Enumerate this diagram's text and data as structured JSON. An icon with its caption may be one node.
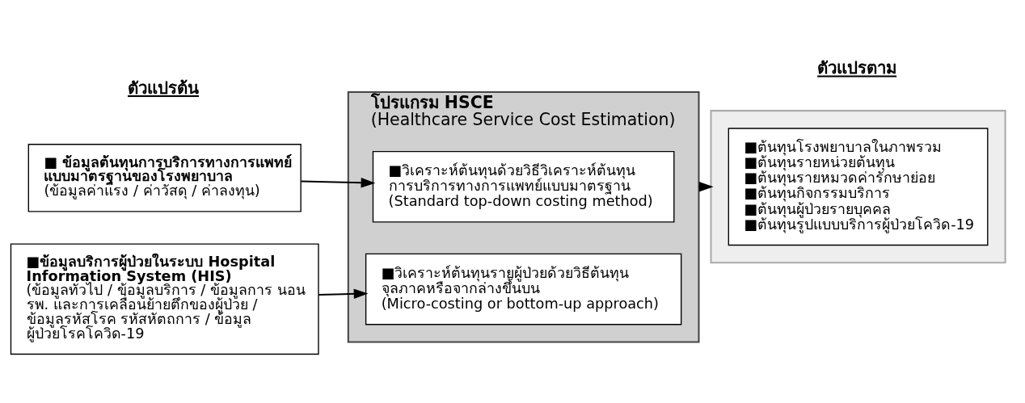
{
  "diagram": {
    "nodes": [
      {
        "text": [
          "■ ข้อมูลต้นทุนการบริการทางการแพทย์ แบบมาตรฐานของโรงพยาบาล",
          "(ข้อมูลค่าแรง / ค่าวัสดุ / ค่าลงทุน)"
        ]
      },
      {
        "text": [
          "■ข้อมูลบริการผู้ป่วยในระบบ Hospital Information System (HIS)",
          "(ข้อมูลทั่วไป / ข้อมูลบริการ / ข้อมูลการ นอน รพ. และการเคลื่อนย้ายตึกของผู้ป่วย / ข้อมูลรหัสโรค รหัสหัตถการ / ข้อมูล ผู้ป่วยโรคโควิด-19"
        ]
      },
      {
        "text": [
          "โปรแกรม HSCE",
          "(Healthcare Service Cost Estimation)"
        ]
      },
      {
        "text": [
          "■วิเคราะห์ต้นทุนด้วยวิธีวิเคราะห์ต้นทุน การบริการทางการแพทย์แบบมาตรฐาน",
          "(Standard top-down costing method)"
        ],
        "in": 2
      },
      {
        "text": [
          "■วิเคราะห์ต้นทุนรายผู้ป่วยด้วยวิธีต้นทุน จุลภาคหรือจากล่างขึ้นบน",
          "(Micro-costing or bottom-up approach)"
        ],
        "in": 2
      },
      {
        "text": [],
        "shape": "box"
      },
      {
        "text": [
          "■ต้นทุนโรงพยาบาลในภาพรวม",
          "■ต้นทุนรายหน่วยต้นทุน",
          "■ต้นทุนรายหมวดค่ารักษาย่อย",
          "■ต้นทุนกิจกรรมบริการ",
          "■ต้นทุนผู้ป่วยรายบุคคล",
          "■ต้นทุนรูปแบบบริการผู้ป่วยโควิด-19"
        ],
        "in": 5
      }
    ],
    "edges": [
      {
        "from": 0,
        "to": 3,
        "arrow": "to"
      },
      {
        "from": 1,
        "to": 4,
        "arrow": "to"
      },
      {
        "from": 2,
        "to": 5,
        "arrow": "to"
      }
    ],
    "labels": [
      "ตัวแปรต้น",
      "ตัวแปรตาม"
    ]
  }
}
